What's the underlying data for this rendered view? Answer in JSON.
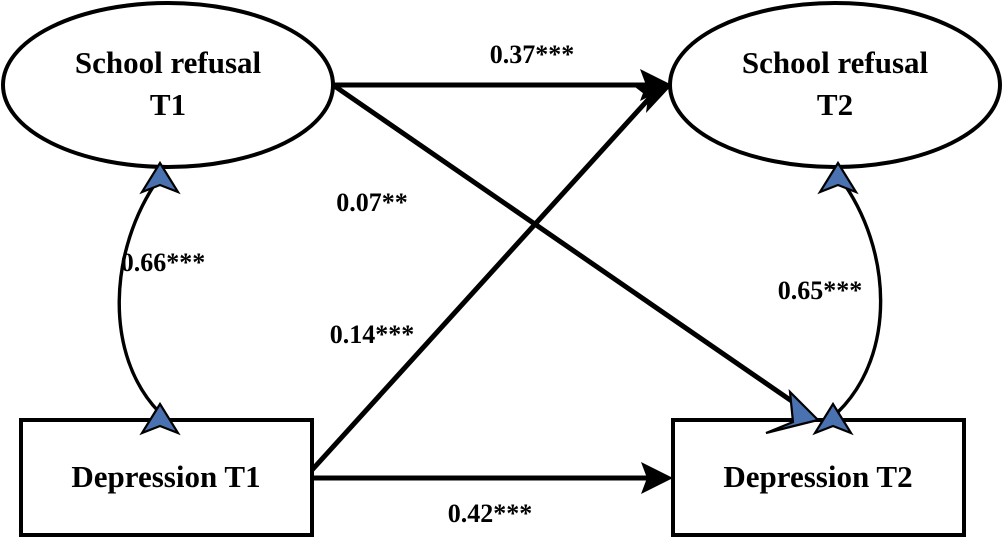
{
  "diagram": {
    "type": "cross-lagged-panel-model",
    "nodes": [
      {
        "id": "school_refusal_t1",
        "shape": "ellipse",
        "line1": "School refusal",
        "line2": "T1"
      },
      {
        "id": "school_refusal_t2",
        "shape": "ellipse",
        "line1": "School refusal",
        "line2": "T2"
      },
      {
        "id": "depression_t1",
        "shape": "rectangle",
        "line1": "Depression T1",
        "line2": ""
      },
      {
        "id": "depression_t2",
        "shape": "rectangle",
        "line1": "Depression T2",
        "line2": ""
      }
    ],
    "paths": [
      {
        "id": "autoregressive_school_refusal",
        "from": "school_refusal_t1",
        "to": "school_refusal_t2",
        "label": "0.37***",
        "coefficient": 0.37,
        "significance": "***"
      },
      {
        "id": "crosslag_refusal_to_depression",
        "from": "school_refusal_t1",
        "to": "depression_t2",
        "label": "0.07**",
        "coefficient": 0.07,
        "significance": "**"
      },
      {
        "id": "crosslag_depression_to_refusal",
        "from": "depression_t1",
        "to": "school_refusal_t2",
        "label": "0.14***",
        "coefficient": 0.14,
        "significance": "***"
      },
      {
        "id": "autoregressive_depression",
        "from": "depression_t1",
        "to": "depression_t2",
        "label": "0.42***",
        "coefficient": 0.42,
        "significance": "***"
      },
      {
        "id": "correlation_t1",
        "from": "school_refusal_t1",
        "to": "depression_t1",
        "label": "0.66***",
        "coefficient": 0.66,
        "significance": "***",
        "bidirectional": true
      },
      {
        "id": "correlation_t2",
        "from": "school_refusal_t2",
        "to": "depression_t2",
        "label": "0.65***",
        "coefficient": 0.65,
        "significance": "***",
        "bidirectional": true
      }
    ],
    "colors": {
      "stroke": "#000000",
      "fill": "#ffffff",
      "arrowhead_correlation": "#4a72b0"
    }
  }
}
